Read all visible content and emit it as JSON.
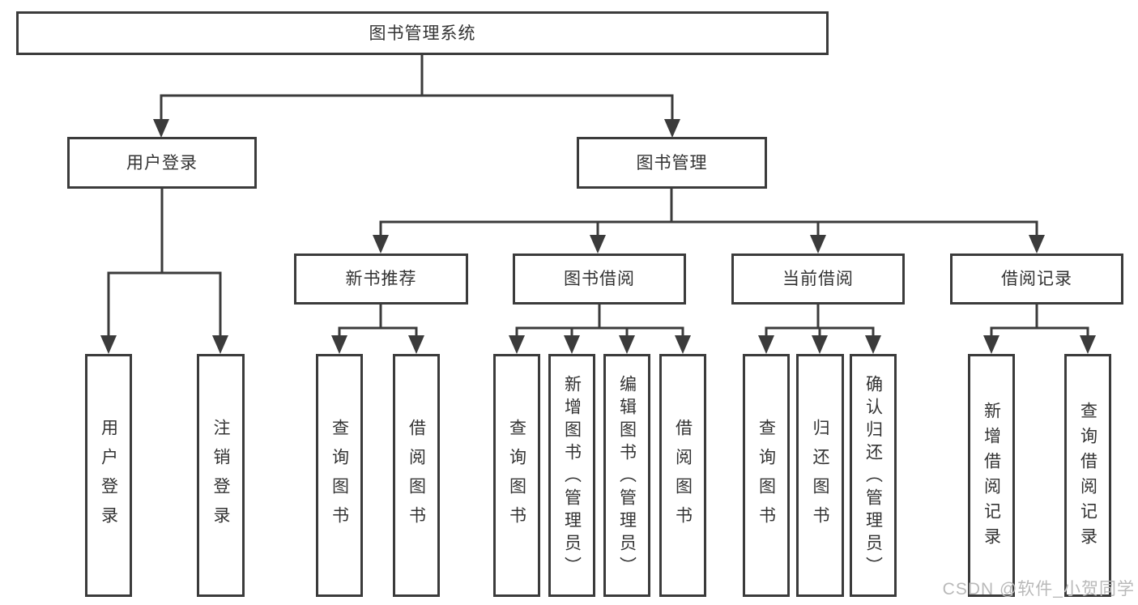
{
  "diagram": {
    "root": "图书管理系统",
    "level2": {
      "user_login": "用户登录",
      "book_management": "图书管理"
    },
    "level3": {
      "new_book_recommend": "新书推荐",
      "book_borrowing": "图书借阅",
      "current_borrowing": "当前借阅",
      "borrowing_records": "借阅记录"
    },
    "leaves": {
      "user_login": "用户登录",
      "logout": "注销登录",
      "query_book_a": "查询图书",
      "borrow_book_a": "借阅图书",
      "query_book_b": "查询图书",
      "add_book_admin": "新增图书（管理员）",
      "edit_book_admin": "编辑图书（管理员）",
      "borrow_book_b": "借阅图书",
      "query_book_c": "查询图书",
      "return_book": "归还图书",
      "confirm_return_admin": "确认归还（管理员）",
      "add_borrow_record": "新增借阅记录",
      "query_borrow_record": "查询借阅记录"
    }
  },
  "watermark": "CSDN @软件_小贺同学",
  "colors": {
    "line": "#3b3b3b",
    "text": "#333333",
    "watermark": "#b9b9b9",
    "background": "#ffffff"
  }
}
